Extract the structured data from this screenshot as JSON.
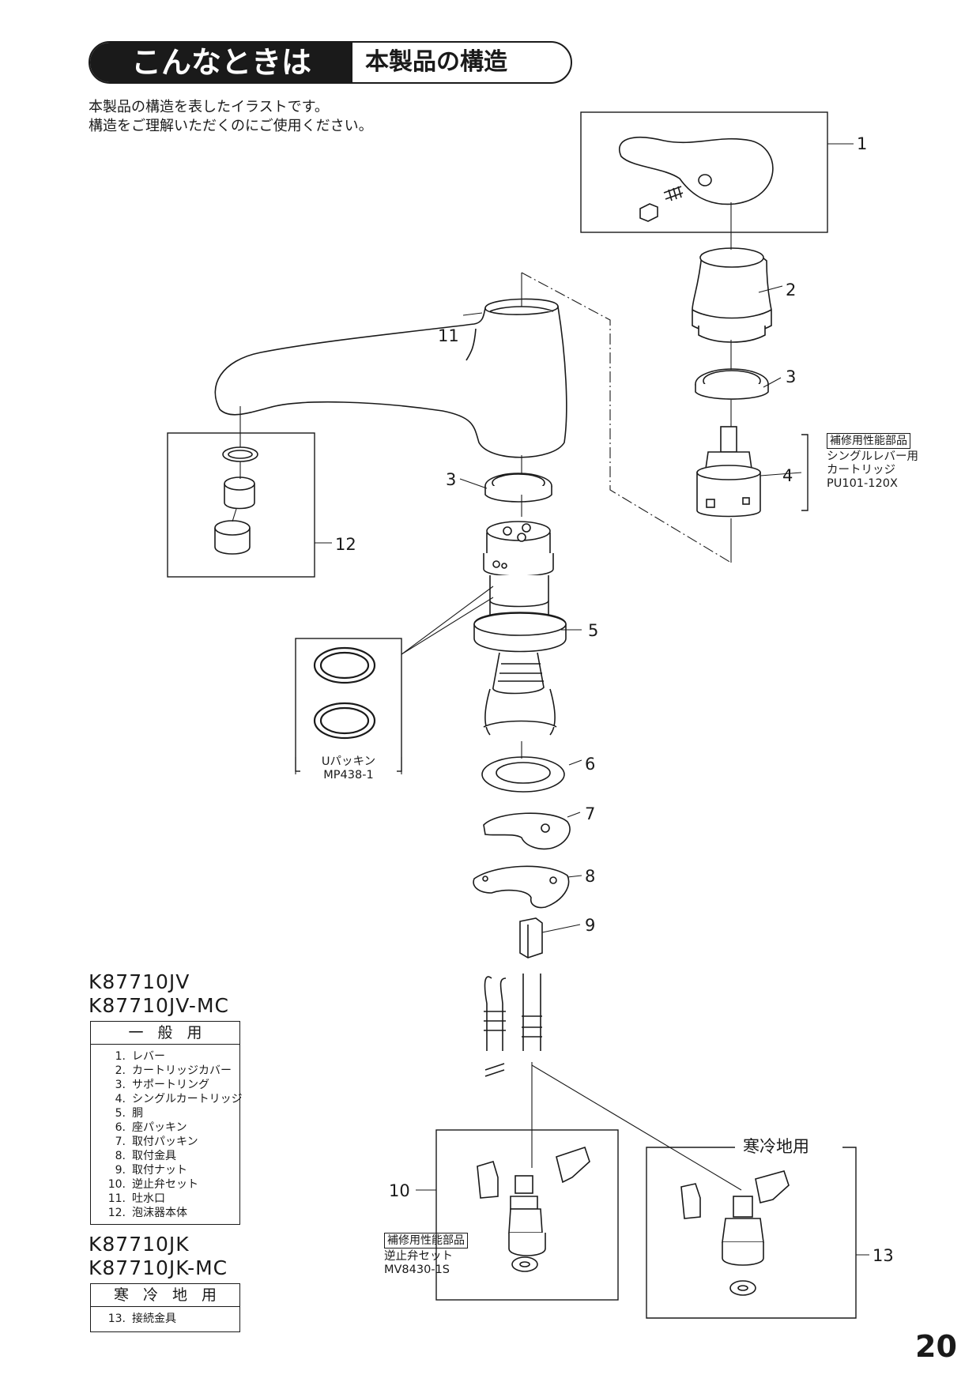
{
  "header": {
    "tag": "こんなときは",
    "title": "本製品の構造"
  },
  "intro": {
    "line1": "本製品の構造を表したイラストです。",
    "line2": "構造をご理解いただくのにご使用ください。"
  },
  "models_general": {
    "line1": "K87710JV",
    "line2": "K87710JV-MC"
  },
  "general_table": {
    "heading": "一般用",
    "rows": [
      {
        "num": "1.",
        "name": "レバー"
      },
      {
        "num": "2.",
        "name": "カートリッジカバー"
      },
      {
        "num": "3.",
        "name": "サポートリング"
      },
      {
        "num": "4.",
        "name": "シングルカートリッジ"
      },
      {
        "num": "5.",
        "name": "胴"
      },
      {
        "num": "6.",
        "name": "座パッキン"
      },
      {
        "num": "7.",
        "name": "取付パッキン"
      },
      {
        "num": "8.",
        "name": "取付金具"
      },
      {
        "num": "9.",
        "name": "取付ナット"
      },
      {
        "num": "10.",
        "name": "逆止弁セット"
      },
      {
        "num": "11.",
        "name": "吐水口"
      },
      {
        "num": "12.",
        "name": "泡沫器本体"
      }
    ]
  },
  "models_cold": {
    "line1": "K87710JK",
    "line2": "K87710JK-MC"
  },
  "cold_table": {
    "heading": "寒冷地用",
    "rows": [
      {
        "num": "13.",
        "name": "接続金具"
      }
    ]
  },
  "callouts": {
    "c1": "1",
    "c2": "2",
    "c3a": "3",
    "c3b": "3",
    "c4": "4",
    "c5": "5",
    "c6": "6",
    "c7": "7",
    "c8": "8",
    "c9": "9",
    "c10": "10",
    "c11": "11",
    "c12": "12",
    "c13": "13"
  },
  "cartridge_note": {
    "tag": "補修用性能部品",
    "line1": "シングルレバー用",
    "line2": "カートリッジ",
    "line3": "PU101-120X"
  },
  "packing_note": {
    "line1": "Uパッキン",
    "line2": "MP438-1"
  },
  "valve_note": {
    "tag": "補修用性能部品",
    "line1": "逆止弁セット",
    "line2": "MV8430-1S"
  },
  "cold_region_label": "寒冷地用",
  "page_number": "20"
}
